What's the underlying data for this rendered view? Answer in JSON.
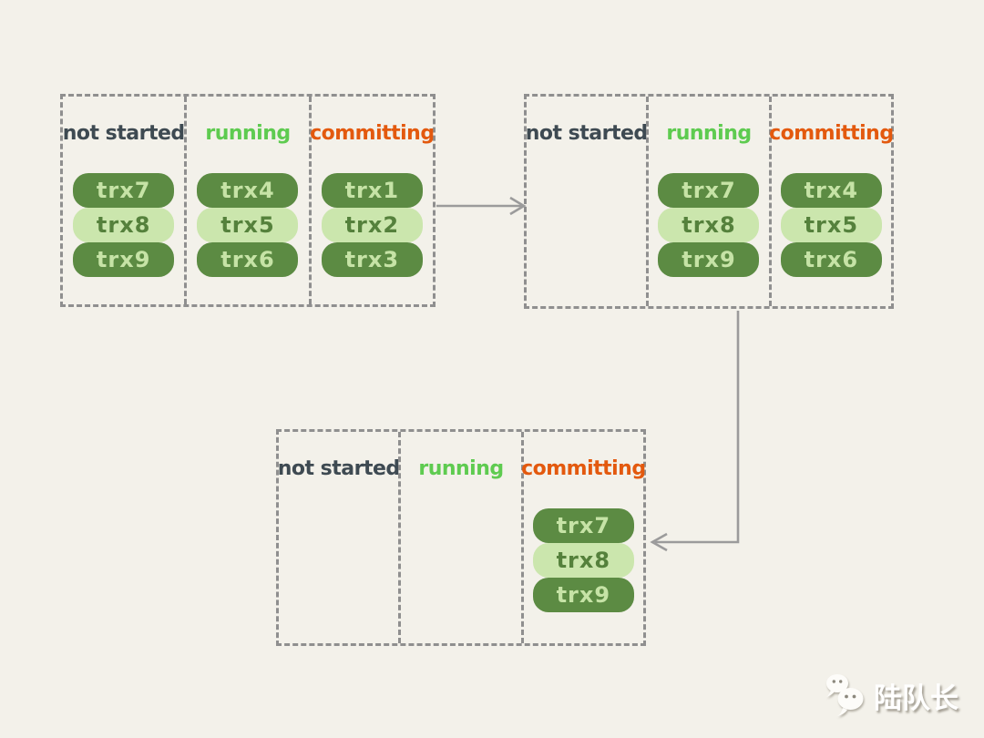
{
  "canvas": {
    "background": "#f3f1ea"
  },
  "colors": {
    "panel_border": "#8f8f8f",
    "arrow": "#9b9b9b",
    "header_not_started": "#3e4a52",
    "header_running": "#5ecb50",
    "header_committing": "#e3590e",
    "pill_dark_bg": "#5c8b43",
    "pill_dark_text": "#c6e3a6",
    "pill_light_bg": "#cbe6ad",
    "pill_light_text": "#55813c"
  },
  "panels": [
    {
      "name": "stage-1",
      "columns": [
        {
          "header": "not started",
          "color_key": "header_not_started",
          "pills": [
            {
              "label": "trx7",
              "variant": "dark"
            },
            {
              "label": "trx8",
              "variant": "light"
            },
            {
              "label": "trx9",
              "variant": "dark"
            }
          ]
        },
        {
          "header": "running",
          "color_key": "header_running",
          "pills": [
            {
              "label": "trx4",
              "variant": "dark"
            },
            {
              "label": "trx5",
              "variant": "light"
            },
            {
              "label": "trx6",
              "variant": "dark"
            }
          ]
        },
        {
          "header": "committing",
          "color_key": "header_committing",
          "pills": [
            {
              "label": "trx1",
              "variant": "dark"
            },
            {
              "label": "trx2",
              "variant": "light"
            },
            {
              "label": "trx3",
              "variant": "dark"
            }
          ]
        }
      ]
    },
    {
      "name": "stage-2",
      "columns": [
        {
          "header": "not started",
          "color_key": "header_not_started",
          "pills": []
        },
        {
          "header": "running",
          "color_key": "header_running",
          "pills": [
            {
              "label": "trx7",
              "variant": "dark"
            },
            {
              "label": "trx8",
              "variant": "light"
            },
            {
              "label": "trx9",
              "variant": "dark"
            }
          ]
        },
        {
          "header": "committing",
          "color_key": "header_committing",
          "pills": [
            {
              "label": "trx4",
              "variant": "dark"
            },
            {
              "label": "trx5",
              "variant": "light"
            },
            {
              "label": "trx6",
              "variant": "dark"
            }
          ]
        }
      ]
    },
    {
      "name": "stage-3",
      "columns": [
        {
          "header": "not started",
          "color_key": "header_not_started",
          "pills": []
        },
        {
          "header": "running",
          "color_key": "header_running",
          "pills": []
        },
        {
          "header": "committing",
          "color_key": "header_committing",
          "pills": [
            {
              "label": "trx7",
              "variant": "dark"
            },
            {
              "label": "trx8",
              "variant": "light"
            },
            {
              "label": "trx9",
              "variant": "dark"
            }
          ]
        }
      ]
    }
  ],
  "watermark": {
    "text": "陆队长",
    "icon": "wechat-icon"
  }
}
